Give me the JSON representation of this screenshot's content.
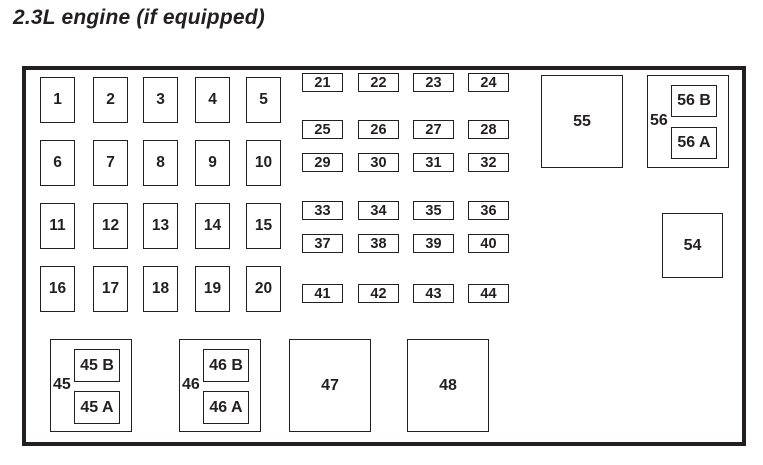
{
  "title": "2.3L engine (if equipped)",
  "mini_fuses": [
    "1",
    "2",
    "3",
    "4",
    "5",
    "6",
    "7",
    "8",
    "9",
    "10",
    "11",
    "12",
    "13",
    "14",
    "15",
    "16",
    "17",
    "18",
    "19",
    "20"
  ],
  "small_fuses": [
    "21",
    "22",
    "23",
    "24",
    "25",
    "26",
    "27",
    "28",
    "29",
    "30",
    "31",
    "32",
    "33",
    "34",
    "35",
    "36",
    "37",
    "38",
    "39",
    "40",
    "41",
    "42",
    "43",
    "44"
  ],
  "relays": {
    "r45": {
      "label": "45",
      "b": "45 B",
      "a": "45 A"
    },
    "r46": {
      "label": "46",
      "b": "46 B",
      "a": "46 A"
    },
    "r47": "47",
    "r48": "48",
    "r54": "54",
    "r55": "55",
    "r56": {
      "label": "56",
      "b": "56 B",
      "a": "56 A"
    }
  }
}
